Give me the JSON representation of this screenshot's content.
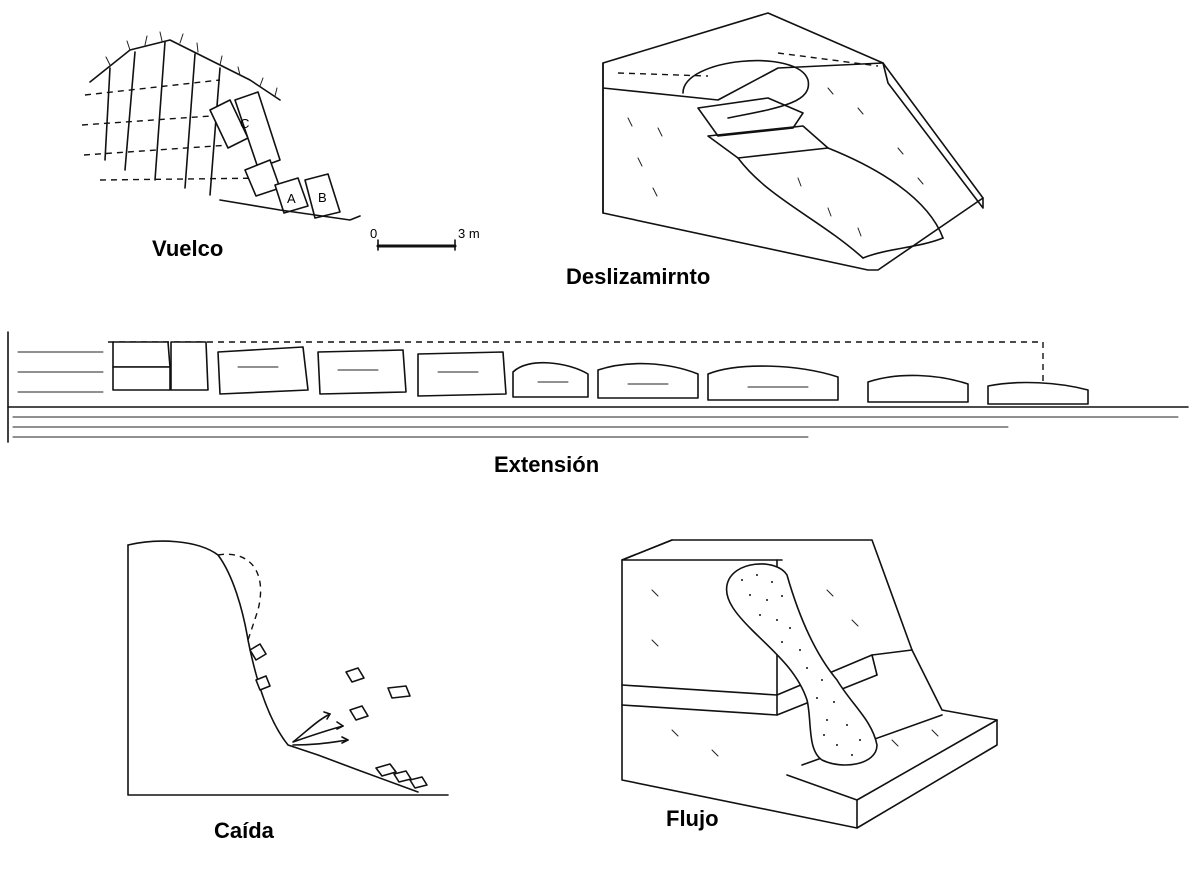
{
  "captions": {
    "vuelco": "Vuelco",
    "deslizamiento": "Deslizamirnto",
    "extension": "Extensión",
    "caida": "Caída",
    "flujo": "Flujo"
  },
  "scale_bar": {
    "start": "0",
    "end": "3 m"
  },
  "block_labels": [
    "C",
    "A",
    "B"
  ]
}
